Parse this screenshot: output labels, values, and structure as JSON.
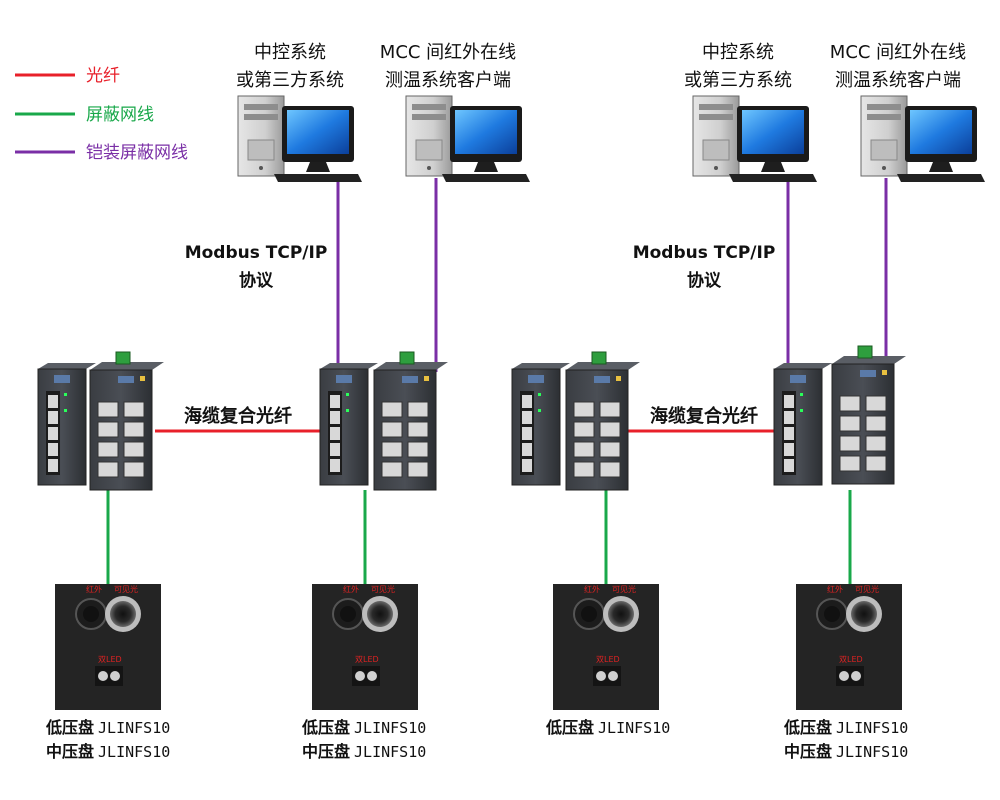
{
  "legend": [
    {
      "label": "光纤",
      "color": "#e8202a"
    },
    {
      "label": "屏蔽网线",
      "color": "#19a84a"
    },
    {
      "label": "铠装屏蔽网线",
      "color": "#7a2fa6"
    }
  ],
  "systems": {
    "central_line1": "中控系统",
    "central_line2": "或第三方系统",
    "client_line1": "MCC 间红外在线",
    "client_line2": "测温系统客户端"
  },
  "protocol": {
    "line1": "Modbus TCP/IP",
    "line2": "协议"
  },
  "cable_label": "海缆复合光纤",
  "sensor_markings": {
    "top_left": "红外",
    "top_right": "可见光",
    "bottom": "双LED"
  },
  "devices": [
    {
      "line1_bold": "低压盘",
      "line1_model": "JLINFS10",
      "line2_bold": "中压盘",
      "line2_model": "JLINFS10"
    },
    {
      "line1_bold": "低压盘",
      "line1_model": "JLINFS10",
      "line2_bold": "中压盘",
      "line2_model": "JLINFS10"
    },
    {
      "line1_bold": "低压盘",
      "line1_model": "JLINFS10",
      "line2_bold": "",
      "line2_model": ""
    },
    {
      "line1_bold": "低压盘",
      "line1_model": "JLINFS10",
      "line2_bold": "中压盘",
      "line2_model": "JLINFS10"
    }
  ]
}
